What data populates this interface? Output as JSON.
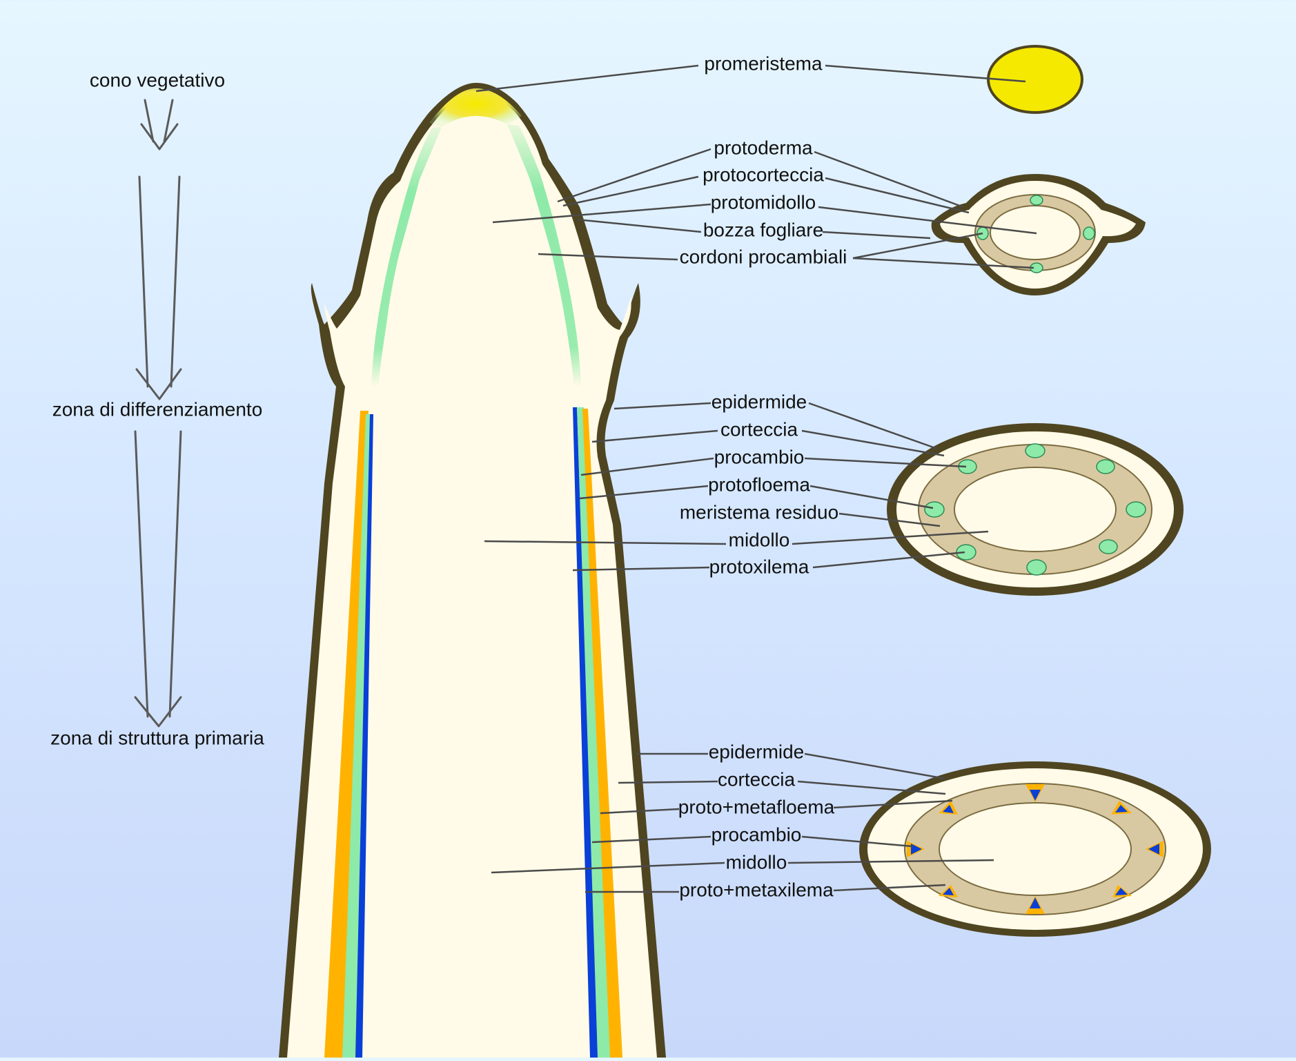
{
  "zones": {
    "top": "cono vegetativo",
    "middle": "zona di differenziamento",
    "bottom": "zona di struttura primaria"
  },
  "labels": {
    "promeristema": "promeristema",
    "protoderma": "protoderma",
    "protocorteccia": "protocorteccia",
    "protomidollo": "protomidollo",
    "bozza_fogliare": "bozza fogliare",
    "cordoni_procambiali": "cordoni procambiali",
    "epidermide_1": "epidermide",
    "corteccia_1": "corteccia",
    "procambio_1": "procambio",
    "protofloema": "protofloema",
    "meristema_residuo": "meristema residuo",
    "midollo_1": "midollo",
    "protoxilema": "protoxilema",
    "epidermide_2": "epidermide",
    "corteccia_2": "corteccia",
    "proto_metafloema": "proto+metafloema",
    "procambio_2": "procambio",
    "midollo_2": "midollo",
    "proto_metaxilema": "proto+metaxilema"
  },
  "colors": {
    "outline": "#4f4520",
    "tissue": "#fffbe8",
    "cortex_ring": "#d9c9a2",
    "meristem": "#f2e600",
    "procambium": "#8eeaa8",
    "phloem": "#ffb300",
    "xylem": "#0a3fd8"
  }
}
